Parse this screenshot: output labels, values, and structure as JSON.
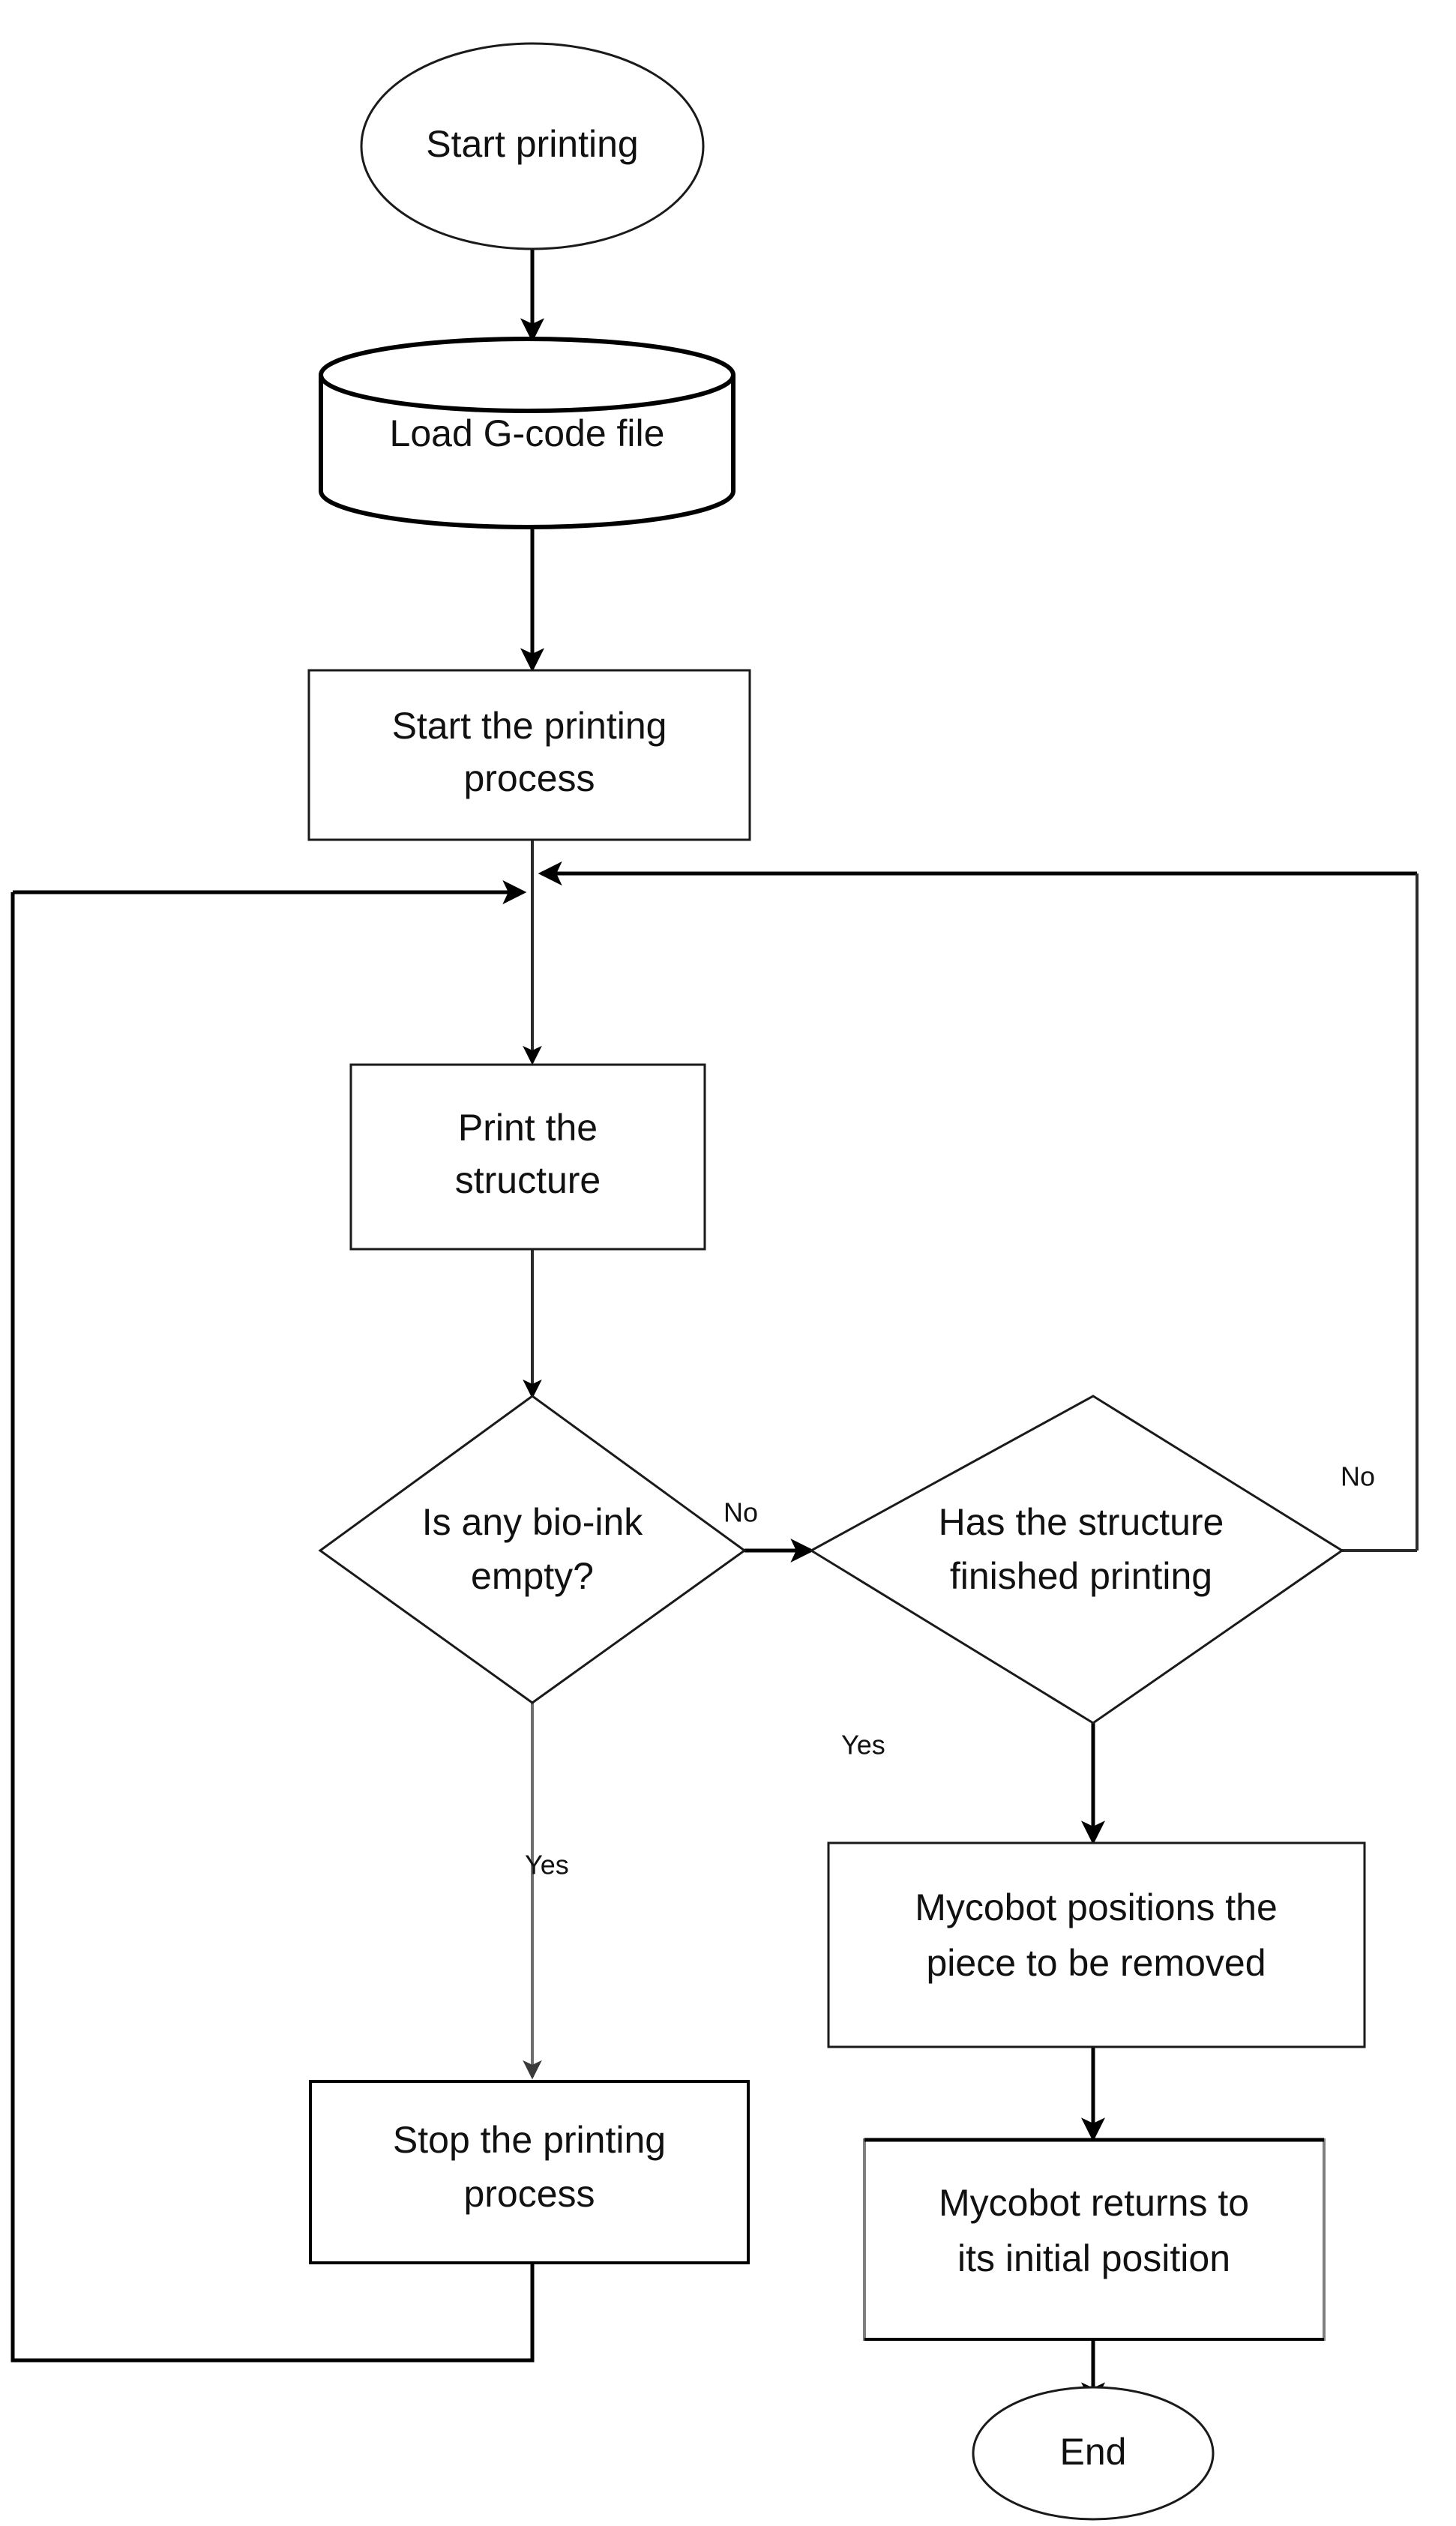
{
  "diagram": {
    "type": "flowchart",
    "title": "Bioprinting process flowchart",
    "orientation": "top-to-bottom",
    "background_color": "#ffffff",
    "line_color": "#000000",
    "text_color": "#111111"
  },
  "nodes": {
    "start": {
      "id": "start",
      "shape": "ellipse",
      "label": "Start printing"
    },
    "load_gcode": {
      "id": "load_gcode",
      "shape": "cylinder",
      "label": "Load G-code file"
    },
    "start_process": {
      "id": "start_process",
      "shape": "rectangle",
      "label_line1": "Start the printing",
      "label_line2": "process"
    },
    "print_structure": {
      "id": "print_structure",
      "shape": "rectangle",
      "label_line1": "Print the",
      "label_line2": "structure"
    },
    "bioink_empty": {
      "id": "bioink_empty",
      "shape": "diamond",
      "label_line1": "Is any bio-ink",
      "label_line2": "empty?"
    },
    "finished_printing": {
      "id": "finished_printing",
      "shape": "diamond",
      "label_line1": "Has the structure",
      "label_line2": "finished printing"
    },
    "stop_process": {
      "id": "stop_process",
      "shape": "rectangle",
      "label_line1": "Stop the printing",
      "label_line2": "process"
    },
    "mycobot_position": {
      "id": "mycobot_position",
      "shape": "rectangle",
      "label_line1": "Mycobot positions the",
      "label_line2": "piece to be removed"
    },
    "mycobot_return": {
      "id": "mycobot_return",
      "shape": "rectangle",
      "label_line1": "Mycobot returns to",
      "label_line2": "its initial position"
    },
    "end": {
      "id": "end",
      "shape": "ellipse",
      "label": "End"
    }
  },
  "edge_labels": {
    "bioink_no": "No",
    "bioink_yes": "Yes",
    "finished_no": "No",
    "finished_yes": "Yes"
  },
  "edges": [
    {
      "from": "start",
      "to": "load_gcode",
      "label": ""
    },
    {
      "from": "load_gcode",
      "to": "start_process",
      "label": ""
    },
    {
      "from": "start_process",
      "to": "print_structure",
      "label": ""
    },
    {
      "from": "print_structure",
      "to": "bioink_empty",
      "label": ""
    },
    {
      "from": "bioink_empty",
      "to": "finished_printing",
      "label": "No"
    },
    {
      "from": "bioink_empty",
      "to": "stop_process",
      "label": "Yes"
    },
    {
      "from": "finished_printing",
      "to": "print_structure",
      "label": "No"
    },
    {
      "from": "finished_printing",
      "to": "mycobot_position",
      "label": "Yes"
    },
    {
      "from": "mycobot_position",
      "to": "mycobot_return",
      "label": ""
    },
    {
      "from": "mycobot_return",
      "to": "end",
      "label": ""
    },
    {
      "from": "stop_process",
      "to": "print_structure",
      "label": ""
    }
  ]
}
